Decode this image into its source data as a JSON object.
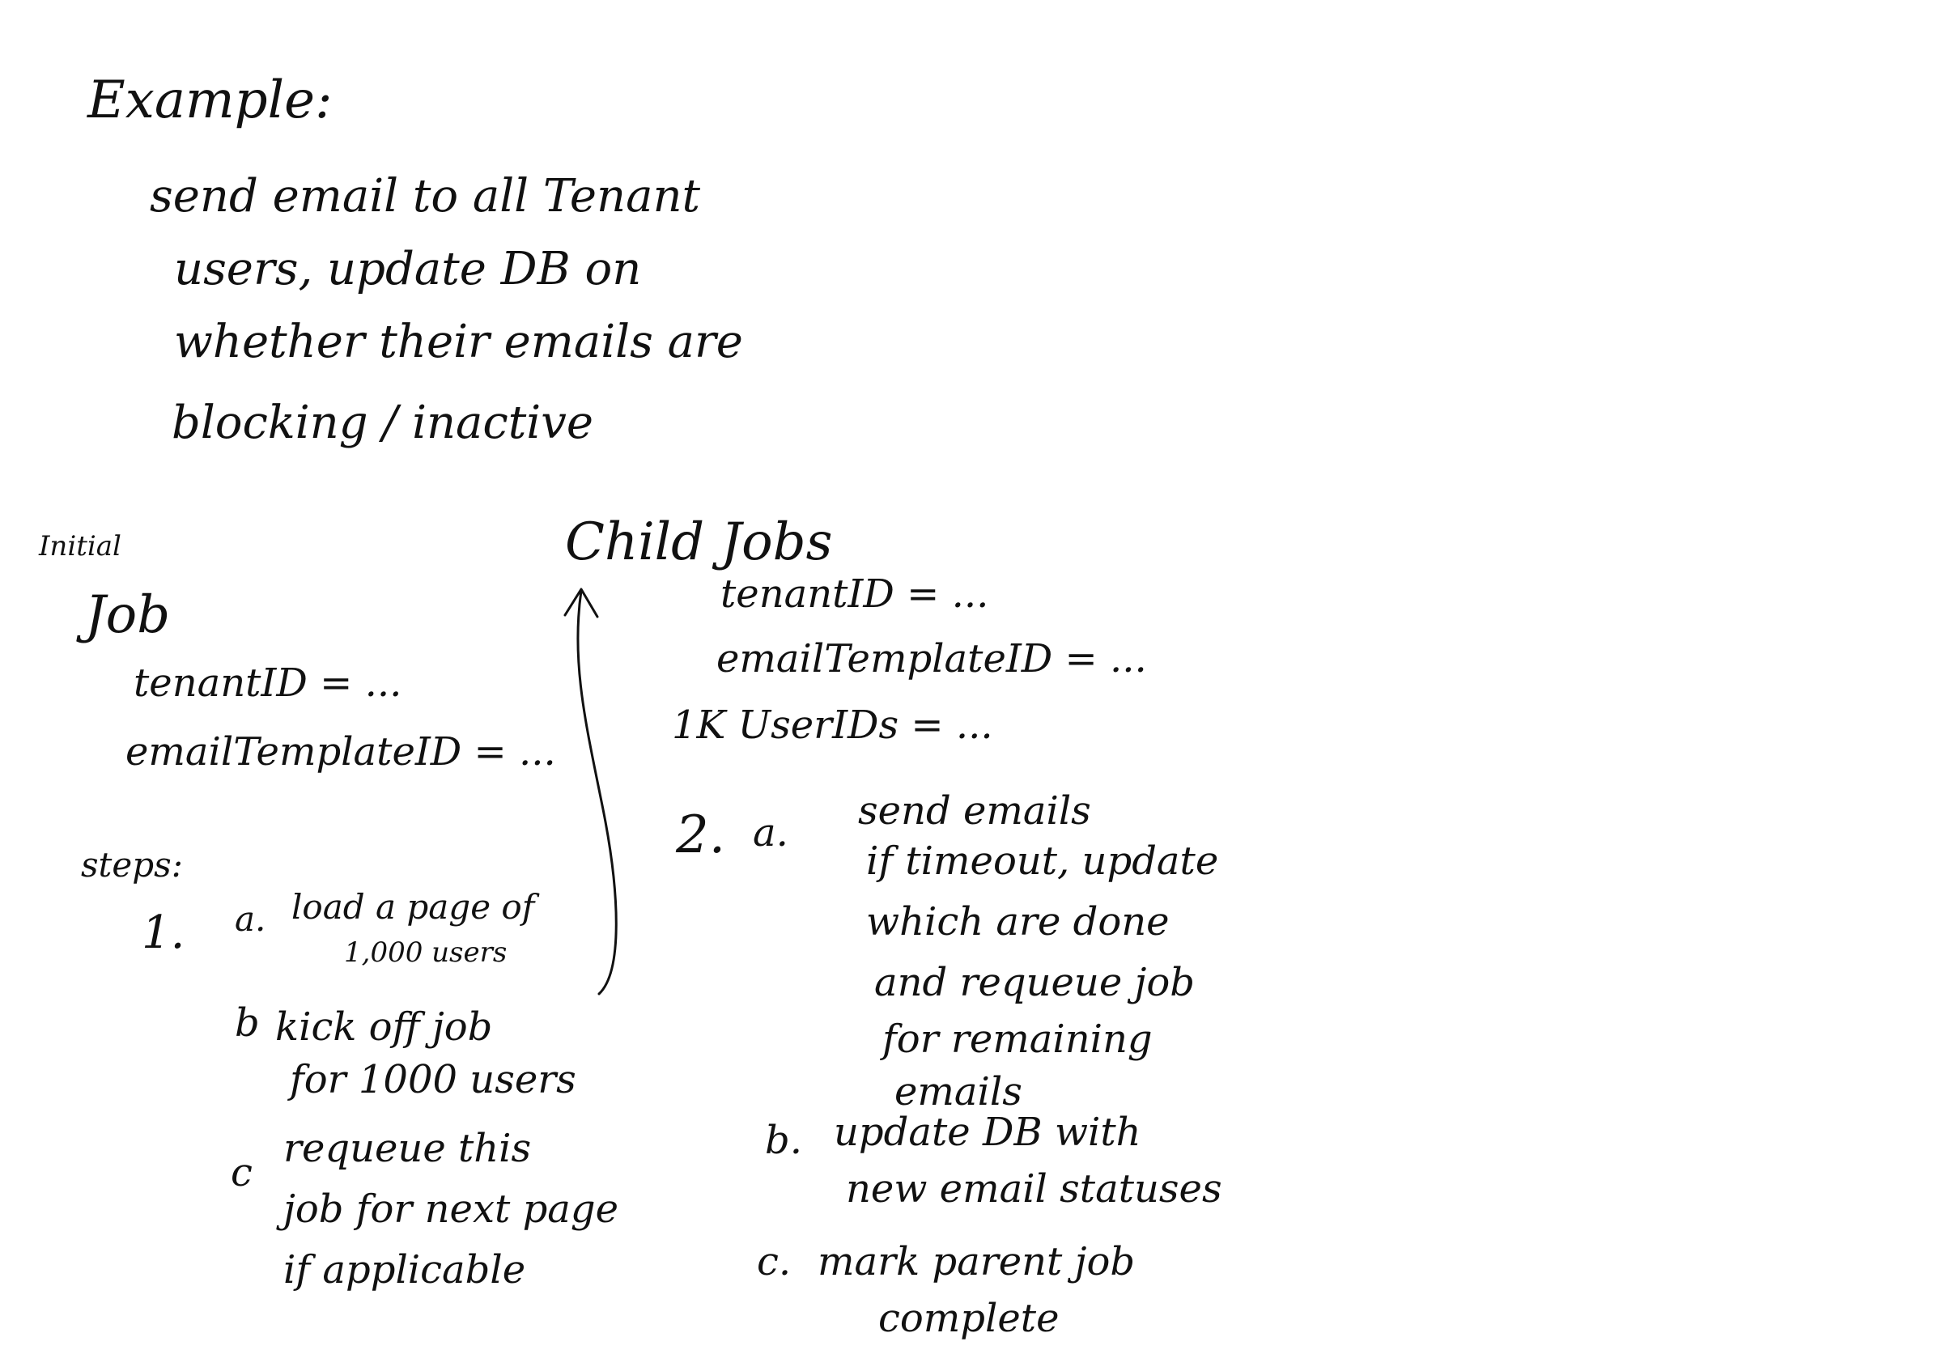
{
  "example": {
    "title": "Example:",
    "lines": [
      "send email to all Tenant",
      "users, update DB on",
      "whether their emails are",
      "blocking / inactive"
    ]
  },
  "initial_job": {
    "label_small": "Initial",
    "label": "Job",
    "fields": [
      "tenantID = ...",
      "emailTemplateID = ..."
    ],
    "steps_label": "steps:",
    "step_number": "1.",
    "steps": {
      "a_marker": "a.",
      "a_line1": "load a page of",
      "a_line2": "1,000 users",
      "b_marker": "b",
      "b_line1": "kick off job",
      "b_line2": "for 1000 users",
      "c_marker": "c",
      "c_line1": "requeue this",
      "c_line2": "job for next page",
      "c_line3": "if applicable"
    }
  },
  "child_jobs": {
    "label": "Child Jobs",
    "fields": [
      "tenantID = ...",
      "emailTemplateID = ...",
      "1K UserIDs = ..."
    ],
    "step_number": "2.",
    "steps": {
      "a_marker": "a.",
      "a_lines": [
        "send emails",
        "if timeout, update",
        "which are done",
        "and requeue job",
        "for remaining",
        "emails"
      ],
      "b_marker": "b.",
      "b_lines": [
        "update DB with",
        "new email statuses"
      ],
      "c_marker": "c.",
      "c_lines": [
        "mark parent job",
        "complete"
      ]
    }
  },
  "colors": {
    "ink": "#111111",
    "paper": "#ffffff"
  }
}
